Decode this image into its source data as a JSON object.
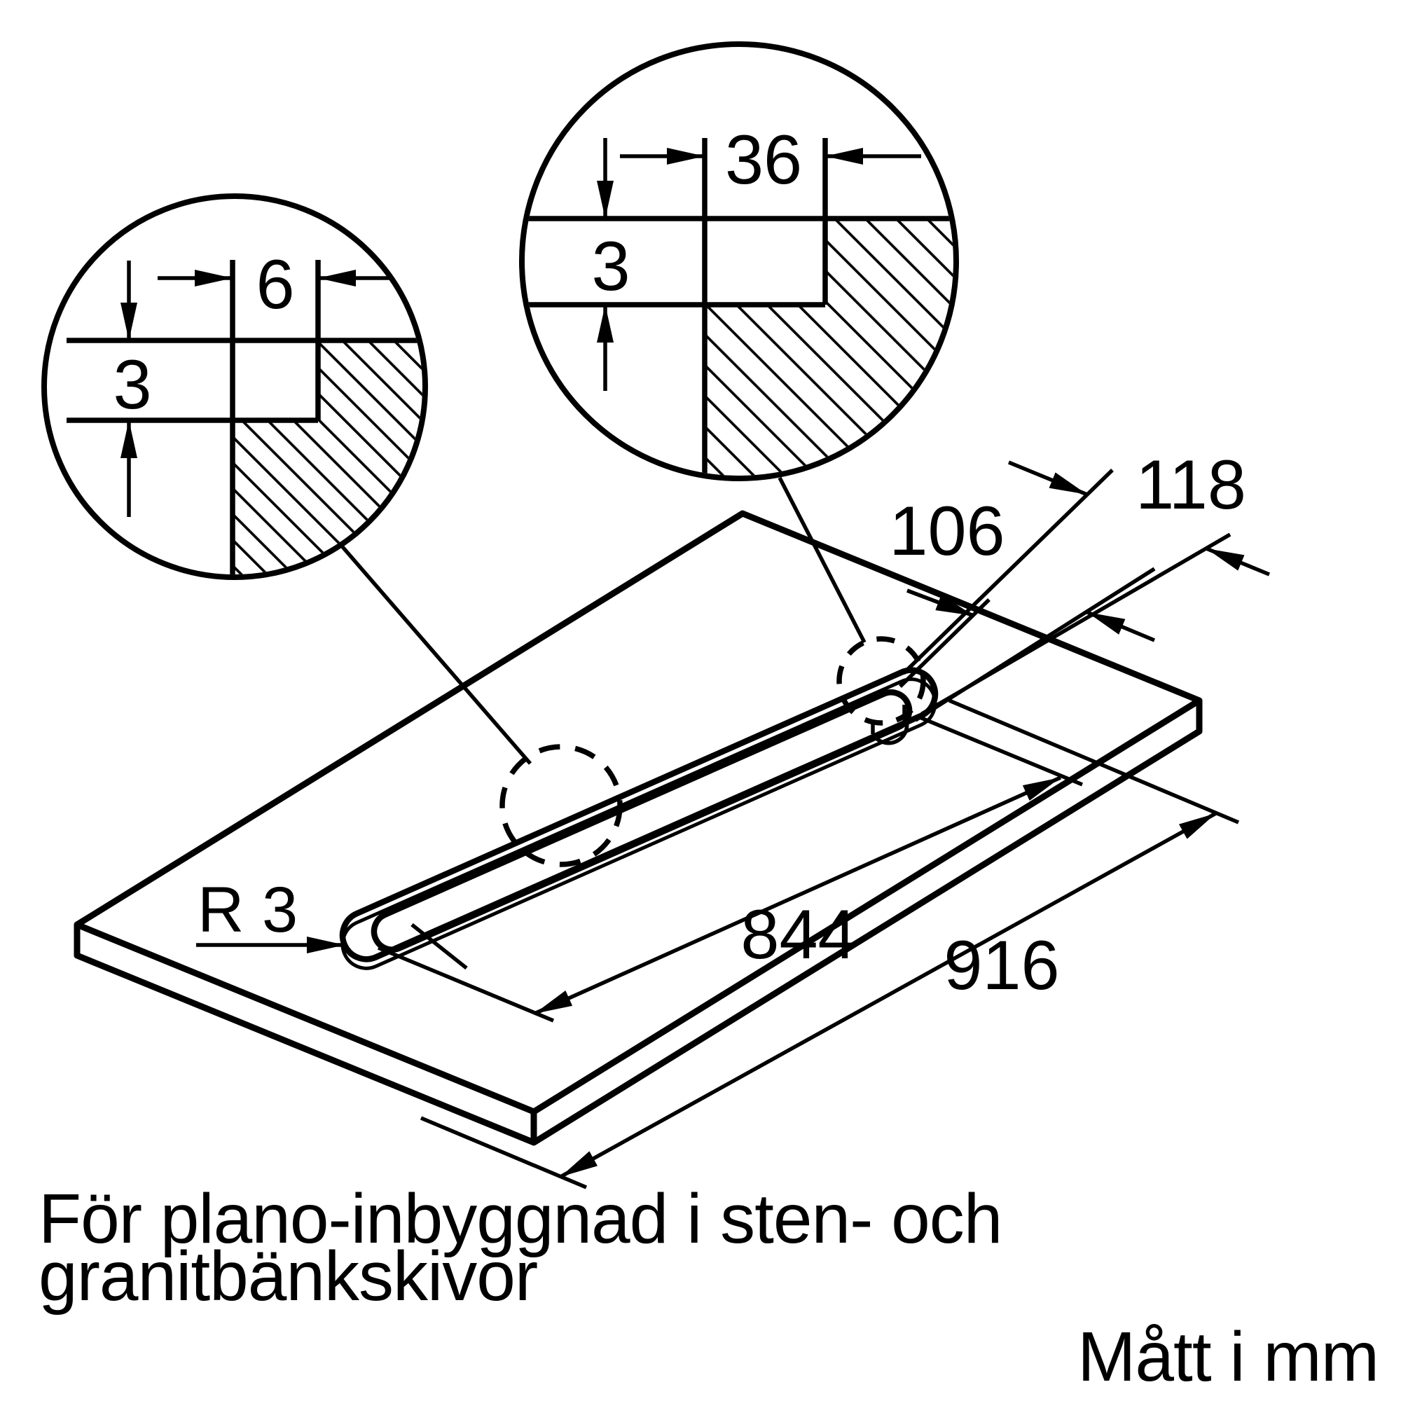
{
  "drawing": {
    "detail_circle_left": {
      "width_label": "6",
      "depth_label": "3"
    },
    "detail_circle_right": {
      "width_label": "36",
      "depth_label": "3"
    },
    "dimensions": {
      "hole_width": "106",
      "rebate_width": "118",
      "hole_length": "844",
      "rebate_length": "916",
      "corner_radius": "R 3"
    },
    "caption": {
      "line1": "För plano-inbyggnad i sten- och",
      "line2": "granitbänkskivor"
    },
    "units_note": "Mått i mm",
    "colors": {
      "ink": "#000000",
      "paper": "#ffffff"
    }
  }
}
